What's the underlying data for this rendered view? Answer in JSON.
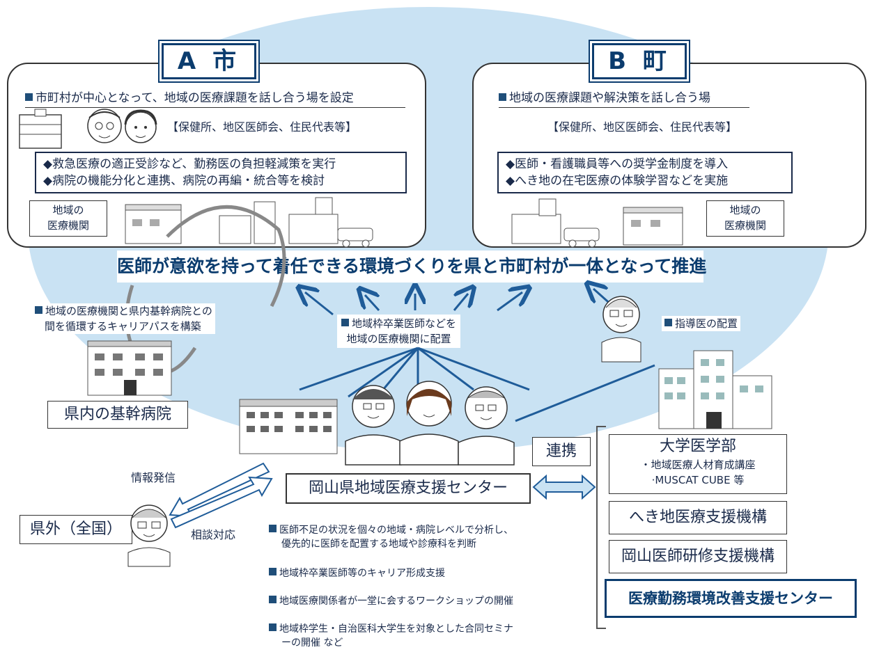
{
  "city_a": {
    "title": "A 市",
    "heading": "市町村が中心となって、地域の医療課題を話し合う場を設定",
    "members": "【保健所、地区医師会、住民代表等】",
    "actions": [
      "◆救急医療の適正受診など、勤務医の負担軽減策を実行",
      "◆病院の機能分化と連携、病院の再編・統合等を検討"
    ],
    "local_label": [
      "地域の",
      "医療機関"
    ]
  },
  "town_b": {
    "title": "B 町",
    "heading": "地域の医療課題や解決策を話し合う場",
    "members": "【保健所、地区医師会、住民代表等】",
    "actions": [
      "◆医師・看護職員等への奨学金制度を導入",
      "◆へき地の在宅医療の体験学習などを実施"
    ],
    "local_label": [
      "地域の",
      "医療機関"
    ]
  },
  "banner": "医師が意欲を持って着任できる環境づくりを県と市町村が一体となって推進",
  "career_path": [
    "地域の医療機関と県内基幹病院との",
    "間を循環するキャリアパスを構築"
  ],
  "assign": [
    "地域枠卒業医師などを",
    "地域の医療機関に配置"
  ],
  "mentor": "指導医の配置",
  "core_hospital": "県内の基幹病院",
  "center": "岡山県地域医療支援センター",
  "cooperation": "連携",
  "outside": "県外（全国）",
  "info_send": "情報発信",
  "consult": "相談対応",
  "center_tasks": [
    [
      "医師不足の状況を個々の地域・病院レベルで分析し、",
      "優先的に医師を配置する地域や診療科を判断"
    ],
    [
      "地域枠卒業医師等のキャリア形成支援"
    ],
    [
      "地域医療関係者が一堂に会するワークショップの開催"
    ],
    [
      "地域枠学生・自治医科大学生を対象とした合同セミナ",
      "ーの開催 など"
    ]
  ],
  "orgs": {
    "university": {
      "title": "大学医学部",
      "lines": [
        "・地域医療人材育成講座",
        "·MUSCAT CUBE 等"
      ]
    },
    "remote": "へき地医療支援機構",
    "training": "岡山医師研修支援機構",
    "work_env": "医療勤務環境改善支援センター"
  },
  "colors": {
    "accent": "#0b3c6e",
    "arrow": "#1f5c99",
    "background_oval": "#c9e2f3",
    "square_bullet": "#1f4e79"
  }
}
